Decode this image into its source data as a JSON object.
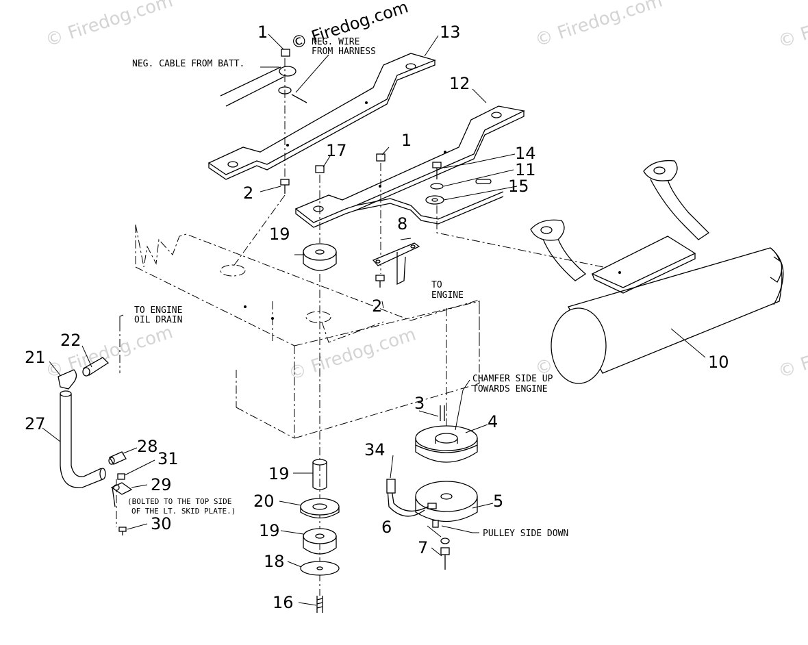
{
  "watermark": {
    "text": "© Firedog.com",
    "top_text": "© Firedog.com"
  },
  "callouts": {
    "n1a": "1",
    "n1b": "1",
    "n2a": "2",
    "n2b": "2",
    "n3": "3",
    "n4": "4",
    "n5": "5",
    "n6": "6",
    "n7": "7",
    "n8": "8",
    "n10": "10",
    "n11": "11",
    "n12": "12",
    "n13": "13",
    "n14": "14",
    "n15": "15",
    "n16": "16",
    "n17": "17",
    "n18": "18",
    "n19a": "19",
    "n19b": "19",
    "n19c": "19",
    "n20": "20",
    "n21": "21",
    "n22": "22",
    "n27": "27",
    "n28": "28",
    "n29": "29",
    "n30": "30",
    "n31": "31",
    "n34": "34"
  },
  "notes": {
    "neg_cable": "NEG. CABLE FROM BATT.",
    "neg_wire_1": "NEG. WIRE",
    "neg_wire_2": "FROM HARNESS",
    "to_engine_1": "TO",
    "to_engine_2": "ENGINE",
    "oil_drain_1": "TO ENGINE",
    "oil_drain_2": "OIL DRAIN",
    "chamfer_1": "CHAMFER SIDE UP",
    "chamfer_2": "TOWARDS ENGINE",
    "pulley_side": "PULLEY SIDE DOWN",
    "bolted_1": "(BOLTED TO THE TOP SIDE",
    "bolted_2": "OF THE LT. SKID PLATE.)"
  }
}
